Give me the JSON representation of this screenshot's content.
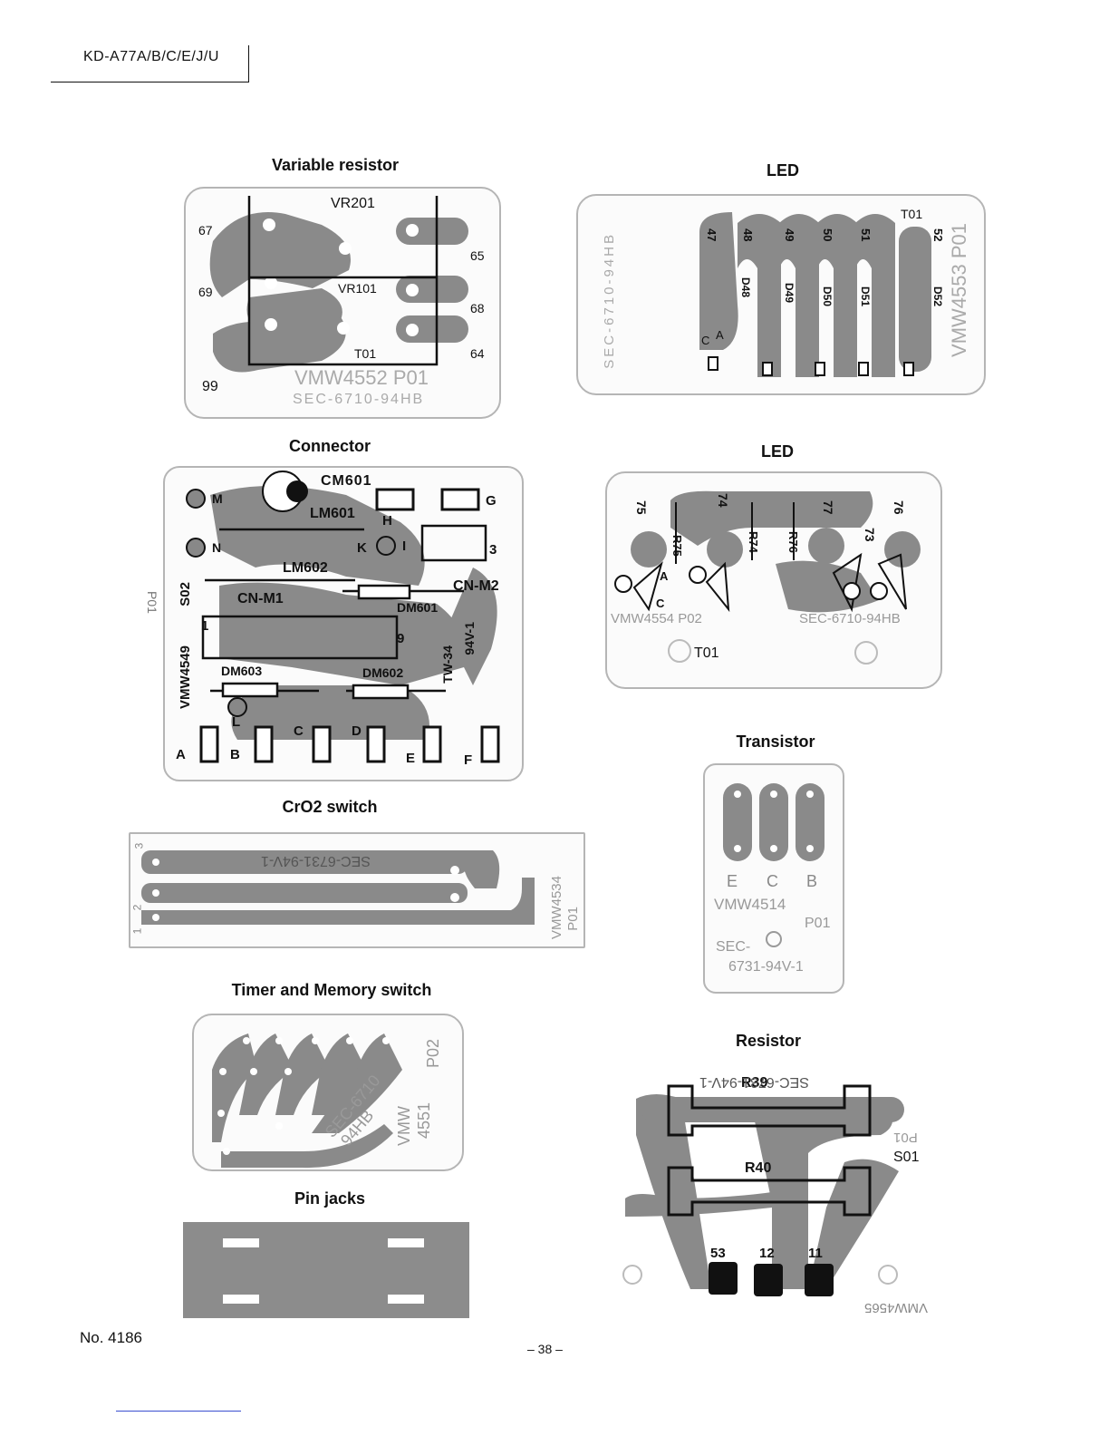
{
  "header": {
    "model": "KD-A77A/B/C/E/J/U"
  },
  "footer": {
    "doc_number": "No. 4186",
    "page_number": "– 38 –"
  },
  "boards": {
    "variable_resistor": {
      "title": "Variable resistor",
      "labels": [
        "VR201",
        "VR101",
        "T01",
        "VMW4552 P01",
        "SEC-6710-94HB",
        "67",
        "65",
        "69",
        "68",
        "64",
        "99"
      ]
    },
    "led_top": {
      "title": "LED",
      "labels": [
        "SEC-6710-94HB",
        "VMW4553 P01",
        "T01",
        "47",
        "48",
        "49",
        "50",
        "51",
        "52",
        "D48",
        "D49",
        "D50",
        "D51",
        "D52",
        "A",
        "C"
      ]
    },
    "connector": {
      "title": "Connector",
      "labels": [
        "CM601",
        "LM601",
        "LM602",
        "CN-M1",
        "CN-M2",
        "DM601",
        "DM602",
        "DM603",
        "TW-34",
        "94V-1",
        "VMW4549",
        "S02",
        "P01",
        "M",
        "N",
        "G",
        "H",
        "K",
        "I",
        "3",
        "1",
        "9",
        "L",
        "A",
        "B",
        "C",
        "D",
        "E",
        "F"
      ]
    },
    "led_bottom": {
      "title": "LED",
      "labels": [
        "75",
        "74",
        "77",
        "73",
        "76",
        "R75",
        "R74",
        "R76",
        "A",
        "C",
        "VMW4554 P02",
        "SEC-6710-94HB",
        "T01"
      ]
    },
    "cro2_switch": {
      "title": "CrO2 switch",
      "labels": [
        "SEC-6731-94V-1",
        "VMW4534",
        "P01",
        "1",
        "2",
        "3"
      ]
    },
    "transistor": {
      "title": "Transistor",
      "labels": [
        "E",
        "C",
        "B",
        "VMW4514",
        "P01",
        "SEC-",
        "6731-94V-1"
      ]
    },
    "timer_memory": {
      "title": "Timer and Memory switch",
      "labels": [
        "SEC-6710",
        "94HB",
        "VMW",
        "4551",
        "P02"
      ]
    },
    "resistor": {
      "title": "Resistor",
      "labels": [
        "R39",
        "R40",
        "SEC-6731-94V-1",
        "P01",
        "S01",
        "53",
        "12",
        "11",
        "VMW4565"
      ]
    },
    "pin_jacks": {
      "title": "Pin jacks"
    }
  }
}
